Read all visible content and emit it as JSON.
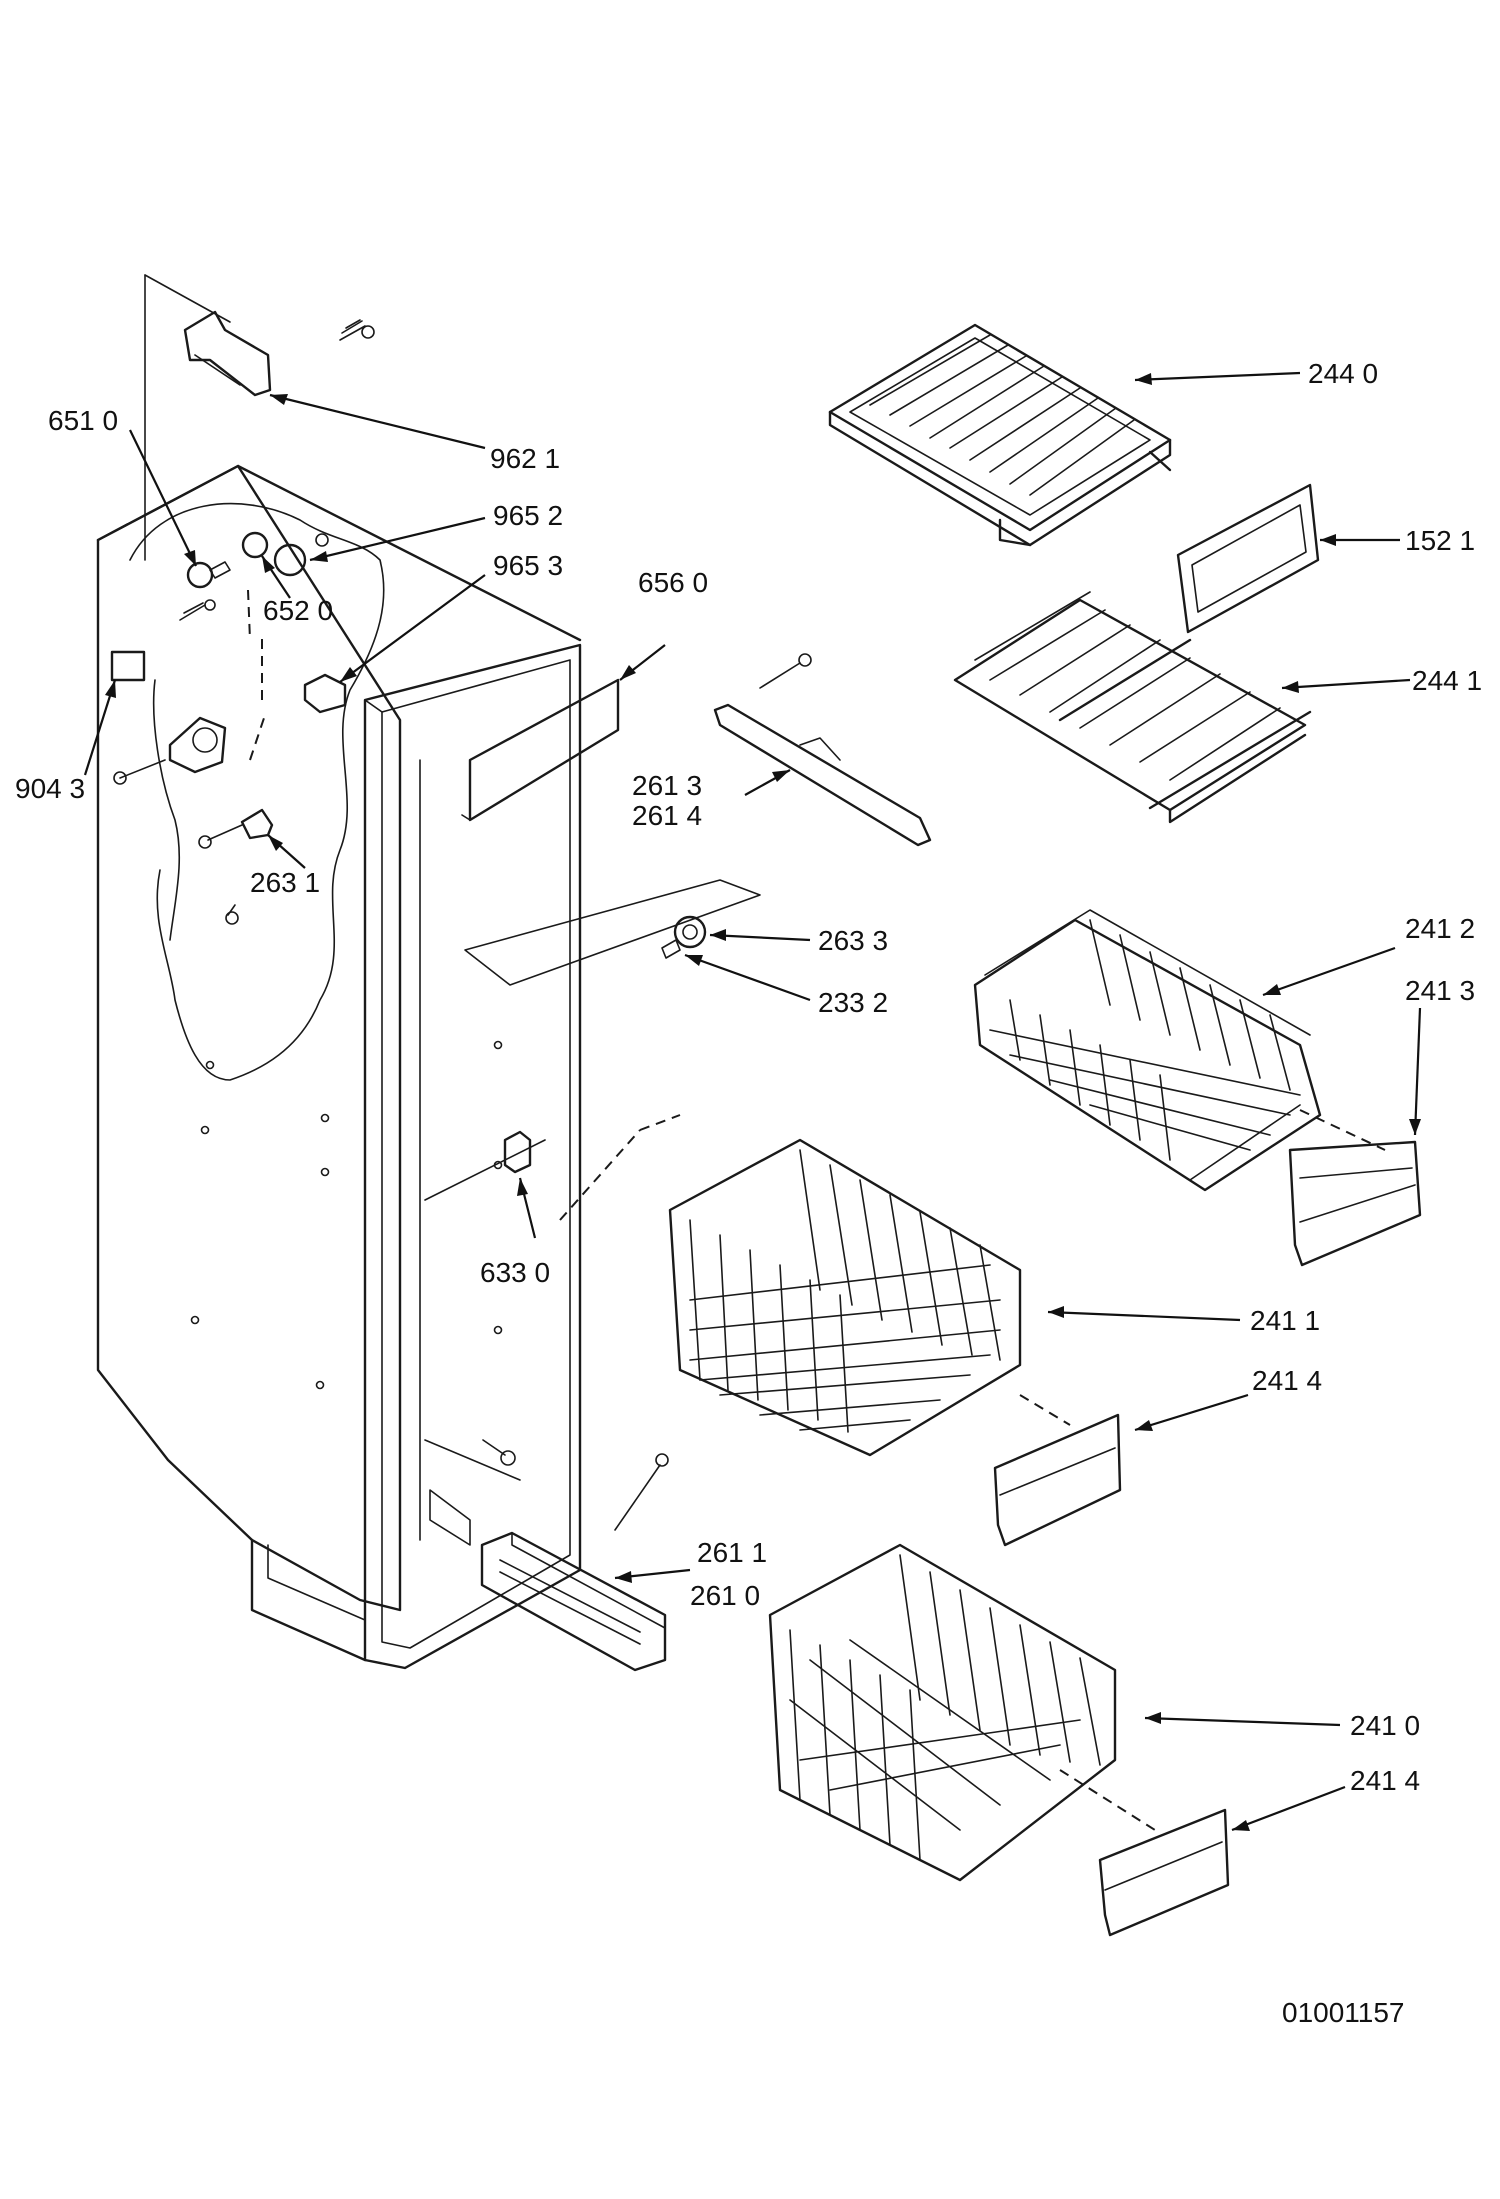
{
  "drawing_ref": "01001157",
  "callouts": [
    {
      "id": "c9621",
      "text": "962 1"
    },
    {
      "id": "c6510",
      "text": "651 0"
    },
    {
      "id": "c9652",
      "text": "965 2"
    },
    {
      "id": "c9653",
      "text": "965 3"
    },
    {
      "id": "c6520",
      "text": "652 0"
    },
    {
      "id": "c6560",
      "text": "656 0"
    },
    {
      "id": "c9043",
      "text": "904 3"
    },
    {
      "id": "c2631",
      "text": "263 1"
    },
    {
      "id": "c2613",
      "text": "261 3"
    },
    {
      "id": "c2614",
      "text": "261 4"
    },
    {
      "id": "c2633",
      "text": "263 3"
    },
    {
      "id": "c2332",
      "text": "233 2"
    },
    {
      "id": "c6330",
      "text": "633 0"
    },
    {
      "id": "c2611",
      "text": "261 1"
    },
    {
      "id": "c2610",
      "text": "261 0"
    },
    {
      "id": "c2440",
      "text": "244 0"
    },
    {
      "id": "c1521",
      "text": "152 1"
    },
    {
      "id": "c2441",
      "text": "244 1"
    },
    {
      "id": "c2412",
      "text": "241 2"
    },
    {
      "id": "c2413",
      "text": "241 3"
    },
    {
      "id": "c2411",
      "text": "241 1"
    },
    {
      "id": "c2414a",
      "text": "241 4"
    },
    {
      "id": "c2410",
      "text": "241 0"
    },
    {
      "id": "c2414b",
      "text": "241 4"
    }
  ]
}
